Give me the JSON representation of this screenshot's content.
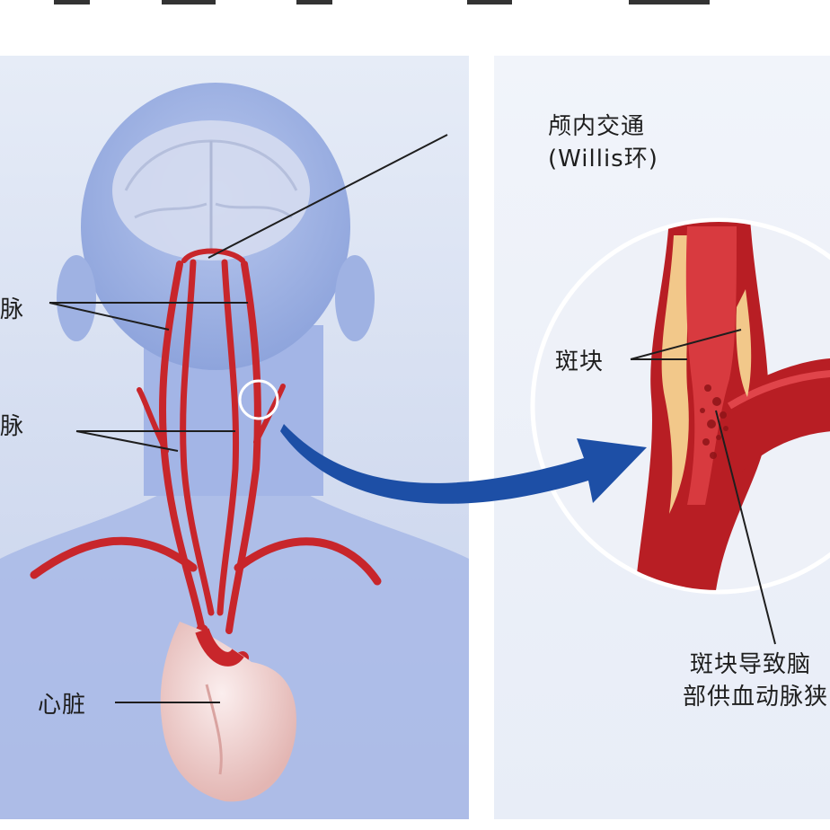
{
  "labels": {
    "artery_upper_partial": "脉",
    "artery_lower_partial": "脉",
    "heart": "心脏",
    "willis_line1": "颅内交通",
    "willis_line2": "(Willis环)",
    "plaque": "斑块",
    "caption_line1": "斑块导致脑",
    "caption_line2": "部供血动脉狭"
  },
  "colors": {
    "artery": "#c8262b",
    "arrow": "#1d4fa6",
    "plaque": "#f2c88a",
    "background_panel": "#d7dff1"
  }
}
